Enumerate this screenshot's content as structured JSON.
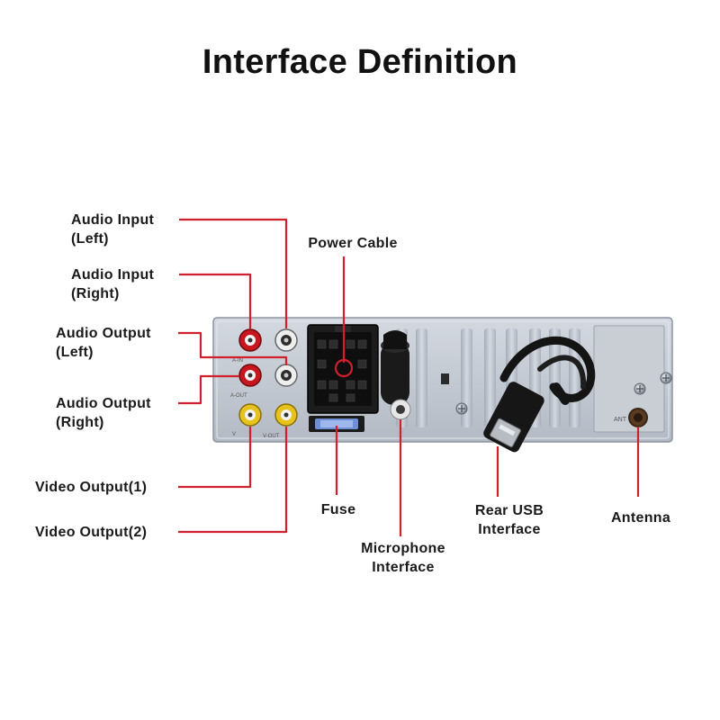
{
  "title": "Interface Definition",
  "labels": {
    "audio_input_left": [
      "Audio Input",
      "(Left)"
    ],
    "audio_input_right": [
      "Audio Input",
      "(Right)"
    ],
    "audio_output_left": [
      "Audio Output",
      "(Left)"
    ],
    "audio_output_right": [
      "Audio Output",
      "(Right)"
    ],
    "video_output_1": "Video Output(1)",
    "video_output_2": "Video Output(2)",
    "power_cable": "Power Cable",
    "fuse": "Fuse",
    "microphone": [
      "Microphone",
      "Interface"
    ],
    "rear_usb": [
      "Rear USB",
      "Interface"
    ],
    "antenna": "Antenna"
  },
  "panel_print": {
    "ant": "ANT",
    "a_in": "A-IN",
    "a_out": "A-OUT",
    "v_out": "V-OUT",
    "v": "V"
  },
  "colors": {
    "callout": "#d0202e",
    "panel": "#c4cad3",
    "rca_red": "#c8161e",
    "rca_white": "#eeeeee",
    "rca_yellow": "#e8c21c",
    "text": "#1a1a1a"
  }
}
